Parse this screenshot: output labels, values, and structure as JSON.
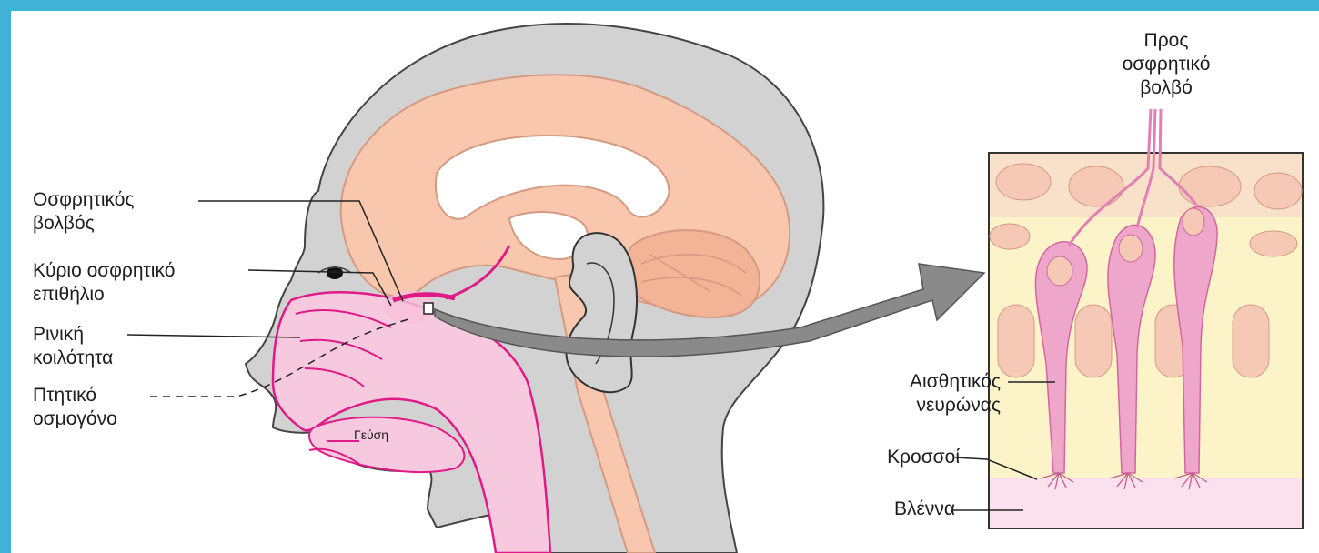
{
  "labels": {
    "olfactory_bulb": [
      "Οσφρητικός",
      "βολβός"
    ],
    "main_olfactory_epithelium": [
      "Κύριο οσφρητικό",
      "επιθήλιο"
    ],
    "nasal_cavity": [
      "Ρινική",
      "κοιλότητα"
    ],
    "volatile_odorant": [
      "Πτητικό",
      "οσμογόνο"
    ],
    "taste": "Γεύση",
    "to_olfactory_bulb": [
      "Προς",
      "οσφρητικό",
      "βολβό"
    ],
    "sensory_neuron": [
      "Αισθητικός",
      "νευρώνας"
    ],
    "cilia": "Κροσσοί",
    "mucus": "Βλέννα"
  },
  "colors": {
    "frame": "#3fb2d5",
    "head_fill": "#d2d2d2",
    "brain_fill": "#f8c7ad",
    "neuron_pink": "#e27fb5",
    "epithelium_fill": "#fdf3c9",
    "highlight_pink": "#e01a86"
  }
}
